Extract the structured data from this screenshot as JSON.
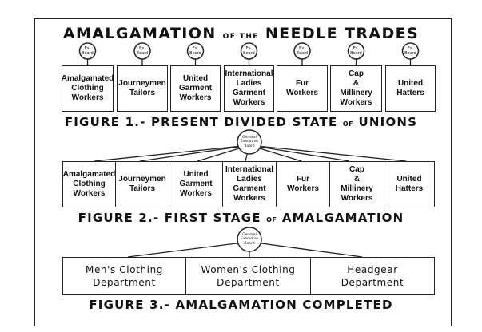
{
  "title": {
    "part1": "AMALGAMATION",
    "connector": "OF THE",
    "part2": "NEEDLE TRADES"
  },
  "figure1": {
    "node_label": "Ex.\nBoard",
    "unions": [
      "Amalgamated\nClothing\nWorkers",
      "Journeymen\nTailors",
      "United\nGarment\nWorkers",
      "International\nLadies\nGarment\nWorkers",
      "Fur\nWorkers",
      "Cap\n&\nMillinery\nWorkers",
      "United\nHatters"
    ],
    "caption": {
      "part1": "FIGURE 1.- PRESENT DIVIDED STATE",
      "connector": "OF",
      "part2": "UNIONS"
    }
  },
  "figure2": {
    "node_label": "General\nExecutive\nBoard",
    "unions": [
      "Amalgamated\nClothing\nWorkers",
      "Journeymen\nTailors",
      "United\nGarment\nWorkers",
      "International\nLadies\nGarment\nWorkers",
      "Fur\nWorkers",
      "Cap\n&\nMillinery\nWorkers",
      "United\nHatters"
    ],
    "caption": {
      "part1": "FIGURE 2.- FIRST STAGE",
      "connector": "OF",
      "part2": "AMALGAMATION"
    }
  },
  "figure3": {
    "node_label": "General\nExecutive\nBoard",
    "departments": [
      "Men's Clothing\nDepartment",
      "Women's Clothing\nDepartment",
      "Headgear\nDepartment"
    ],
    "caption": {
      "part1": "FIGURE 3.- AMALGAMATION COMPLETED"
    }
  }
}
